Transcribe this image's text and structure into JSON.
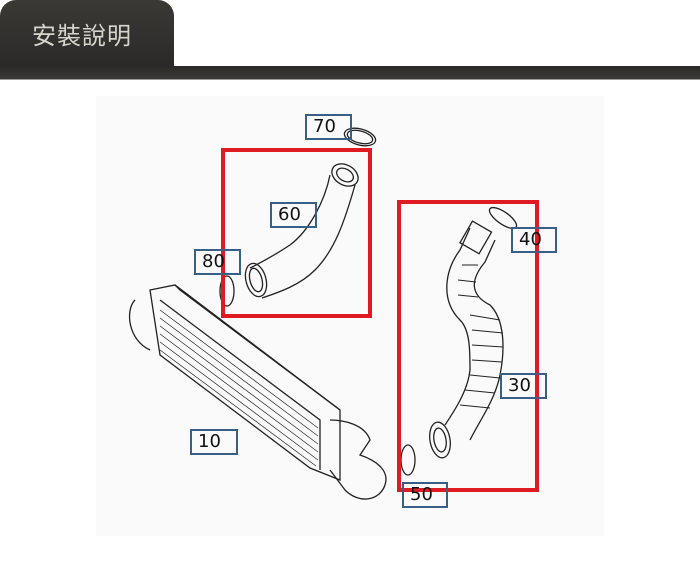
{
  "header": {
    "tab_label": "安裝說明"
  },
  "diagram": {
    "part_labels": [
      "70",
      "60",
      "80",
      "40",
      "30",
      "10",
      "50"
    ],
    "highlight_color": "#e01a22",
    "label_border_color": "#3a5f86"
  }
}
